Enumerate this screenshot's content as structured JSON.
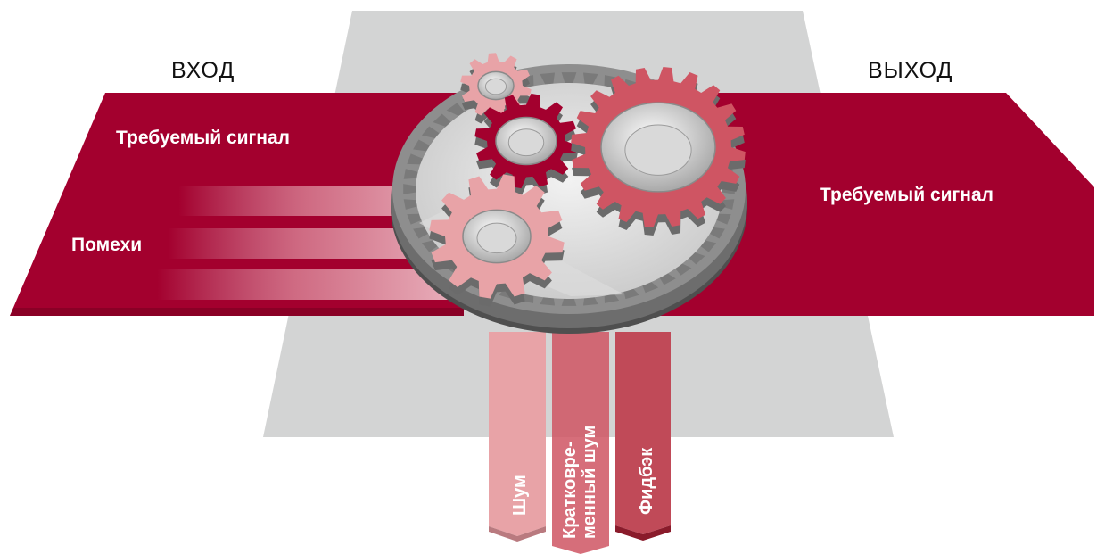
{
  "labels": {
    "input_heading": "ВХОД",
    "output_heading": "ВЫХОД",
    "input_signal": "Требуемый сигнал",
    "interference": "Помехи",
    "output_signal": "Требуемый сигнал"
  },
  "outputs": [
    {
      "lines": [
        "Шум"
      ]
    },
    {
      "lines": [
        "Кратковре-",
        "менный шум"
      ]
    },
    {
      "lines": [
        "Фидбэк"
      ]
    }
  ],
  "colors": {
    "band": "#a3002e",
    "band_dark": "#7a0022",
    "plate": "#d3d4d4",
    "gear_dark": "#a3002e",
    "gear_mid": "#cf5563",
    "gear_light": "#e8a3a7",
    "ring": "#6b6b6b"
  }
}
